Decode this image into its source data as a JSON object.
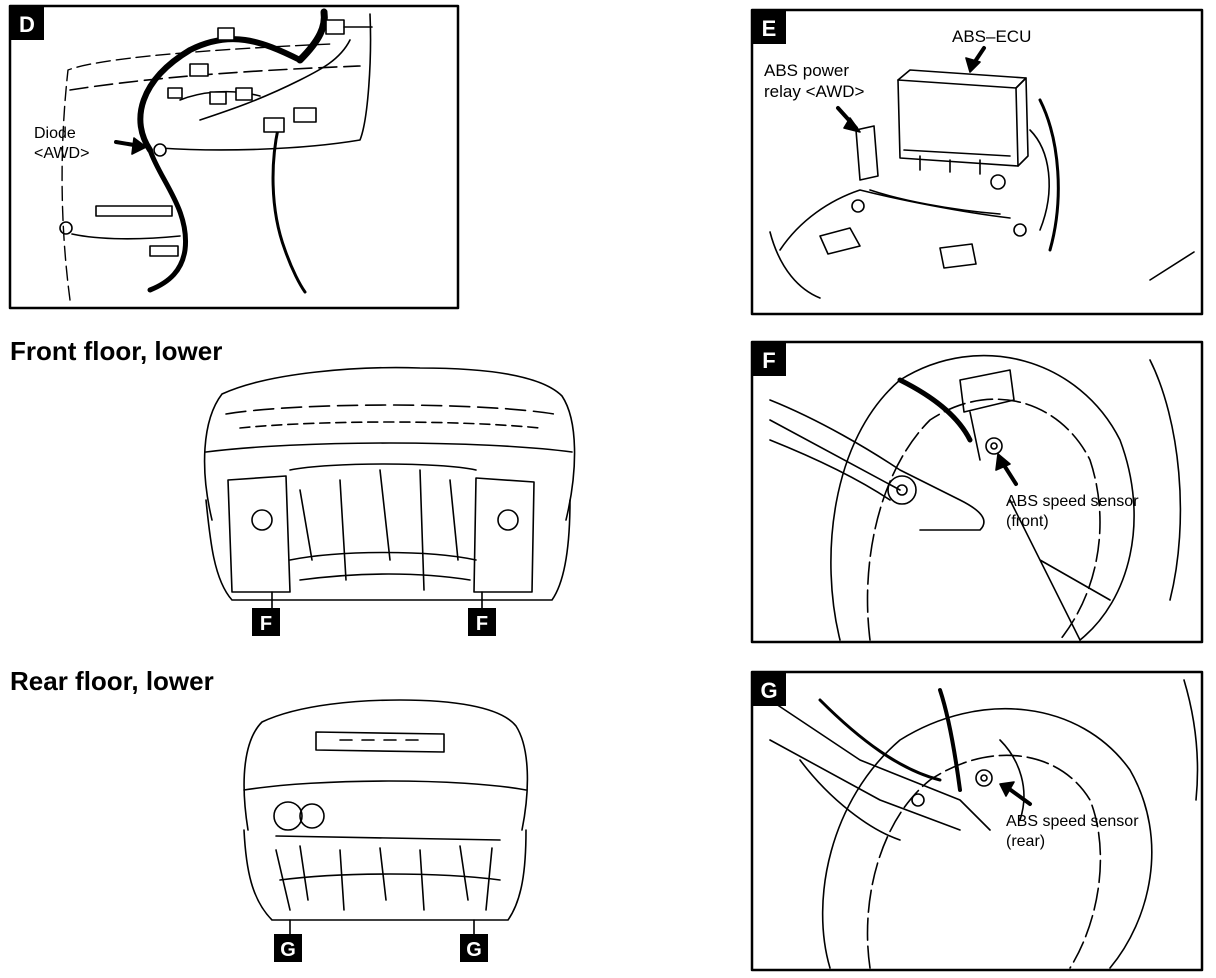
{
  "panels": {
    "d": {
      "badge": "D",
      "callouts": {
        "diode_line1": "Diode",
        "diode_line2": "<AWD>"
      }
    },
    "e": {
      "badge": "E",
      "callouts": {
        "ecu": "ABS–ECU",
        "relay_line1": "ABS power",
        "relay_line2": "relay <AWD>"
      }
    },
    "f": {
      "badge": "F",
      "callouts": {
        "sensor_line1": "ABS speed sensor",
        "sensor_line2": "(front)"
      }
    },
    "g": {
      "badge": "G",
      "callouts": {
        "sensor_line1": "ABS speed sensor",
        "sensor_line2": "(rear)"
      }
    }
  },
  "views": {
    "front": {
      "heading": "Front floor, lower",
      "markers": [
        "F",
        "F"
      ]
    },
    "rear": {
      "heading": "Rear floor, lower",
      "markers": [
        "G",
        "G"
      ]
    }
  },
  "colors": {
    "ink": "#000000",
    "paper": "#ffffff",
    "badge_fill": "#000000",
    "badge_text": "#ffffff"
  }
}
